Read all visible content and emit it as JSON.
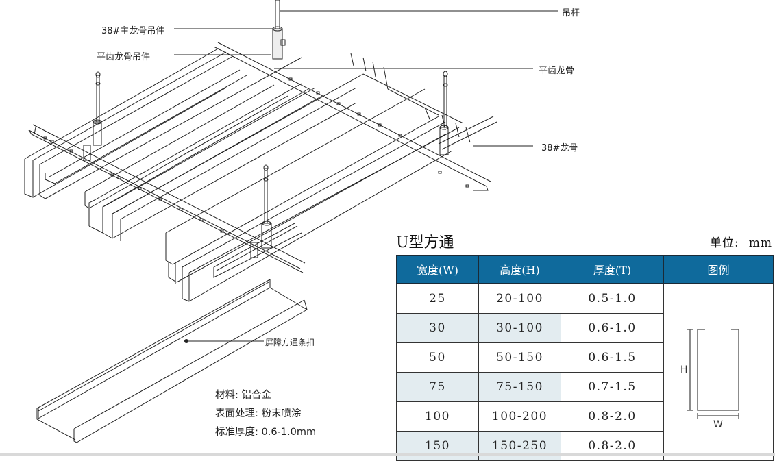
{
  "callouts": {
    "suspension_rod": "吊杆",
    "main_keel_hanger": "38#主龙骨吊件",
    "flat_tooth_keel_hanger": "平齿龙骨吊件",
    "flat_tooth_keel": "平齿龙骨",
    "keel_38": "38#龙骨",
    "baffle_clip": "屏障方通条扣"
  },
  "specs": {
    "material": "材料: 铝合金",
    "surface": "表面处理: 粉末喷涂",
    "thickness": "标准厚度: 0.6-1.0mm"
  },
  "table": {
    "title": "U型方通",
    "unit_label": "单位:",
    "unit_value": "mm",
    "headers": [
      "宽度(W)",
      "高度(H)",
      "厚度(T)",
      "图例"
    ],
    "rows": [
      {
        "width": "25",
        "height": "20-100",
        "thickness": "0.5-1.0",
        "shaded": false
      },
      {
        "width": "30",
        "height": "30-100",
        "thickness": "0.6-1.0",
        "shaded": true
      },
      {
        "width": "50",
        "height": "50-150",
        "thickness": "0.6-1.5",
        "shaded": false
      },
      {
        "width": "75",
        "height": "75-150",
        "thickness": "0.7-1.5",
        "shaded": true
      },
      {
        "width": "100",
        "height": "100-200",
        "thickness": "0.8-2.0",
        "shaded": false
      },
      {
        "width": "150",
        "height": "150-250",
        "thickness": "0.8-2.0",
        "shaded": true
      }
    ],
    "legend": {
      "h_label": "H",
      "w_label": "W"
    }
  },
  "colors": {
    "header_bg": "#0f6a9c",
    "shade_bg": "#e3ecf0",
    "line": "#222222"
  }
}
